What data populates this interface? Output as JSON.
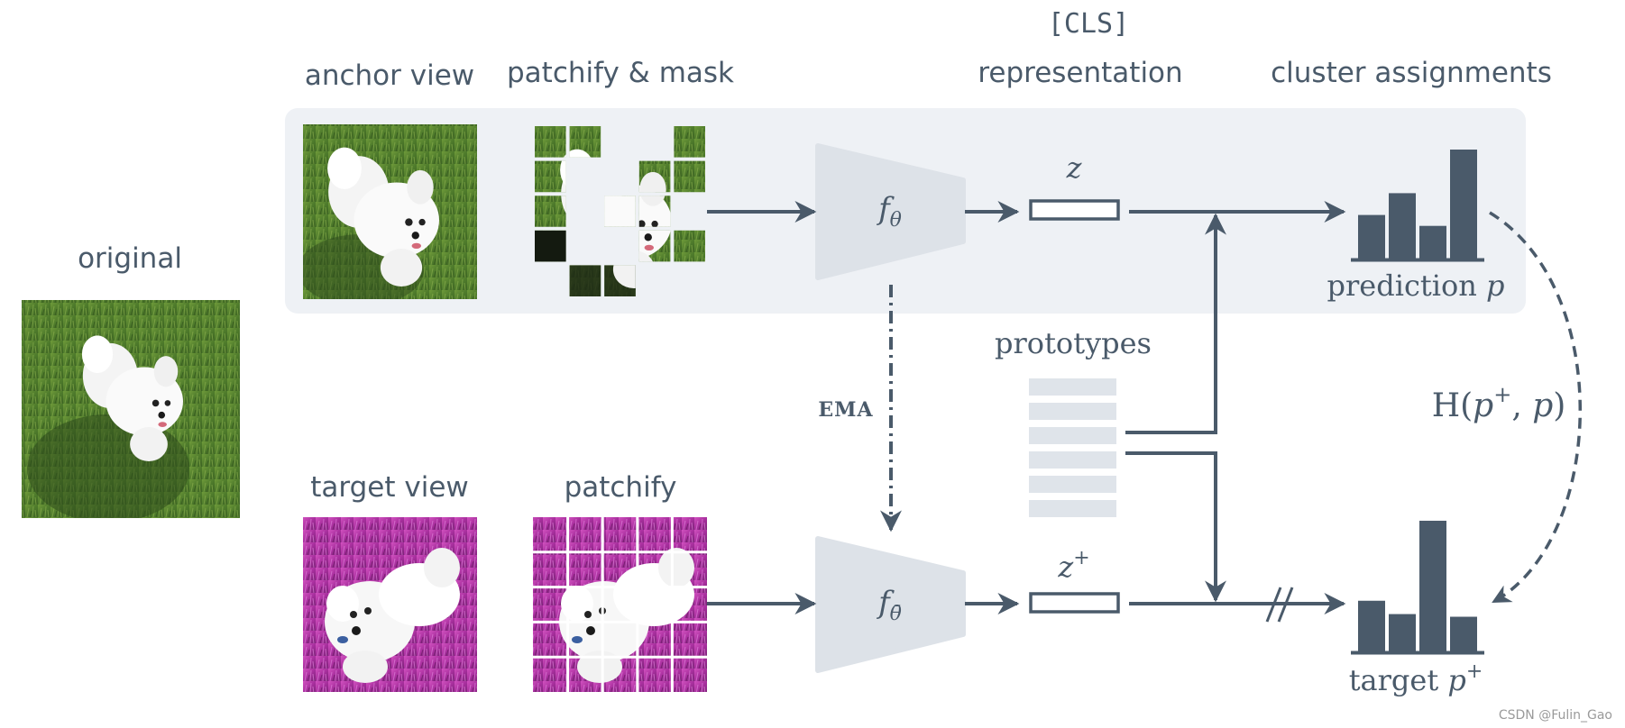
{
  "labels": {
    "original": "original",
    "anchor_view": "anchor view",
    "patchify_mask": "patchify & mask",
    "cls_token": "[CLS]",
    "representation": "representation",
    "cluster_assignments": "cluster assignments",
    "target_view": "target view",
    "patchify": "patchify",
    "prototypes": "prototypes",
    "ema": "EMA"
  },
  "math": {
    "f_theta": {
      "base": "f",
      "sub": "θ"
    },
    "f_theta_bar": {
      "base": "f",
      "sub": "θ̄"
    },
    "z": {
      "base": "z"
    },
    "z_plus": {
      "base": "z",
      "sup": "+"
    },
    "prediction": {
      "text": "prediction ",
      "var": "p"
    },
    "target": {
      "text": "target ",
      "var": "p",
      "sup": "+"
    },
    "loss": {
      "pre": "H(",
      "a": "p",
      "a_sup": "+",
      "mid": ", ",
      "b": "p",
      "post": ")"
    }
  },
  "histograms": {
    "prediction_values": [
      0.4,
      0.6,
      0.3,
      1.0
    ],
    "target_values": [
      0.38,
      0.28,
      0.98,
      0.26
    ]
  },
  "patch_masks": {
    "anchor_visible": [
      [
        1,
        1,
        0,
        0,
        1
      ],
      [
        1,
        0,
        0,
        1,
        1
      ],
      [
        1,
        0,
        1,
        1,
        0
      ],
      [
        1,
        0,
        0,
        1,
        1
      ],
      [
        0,
        1,
        1,
        0,
        0
      ]
    ]
  },
  "watermark": "CSDN @Fulin_Gao",
  "colors": {
    "stroke": "#4a5a6a",
    "panel": "#eef1f5",
    "encoder": "#dde2e8",
    "prototype": "#dfe4ea",
    "grass": "#4e7a2a",
    "magenta": "#c63bb5"
  }
}
